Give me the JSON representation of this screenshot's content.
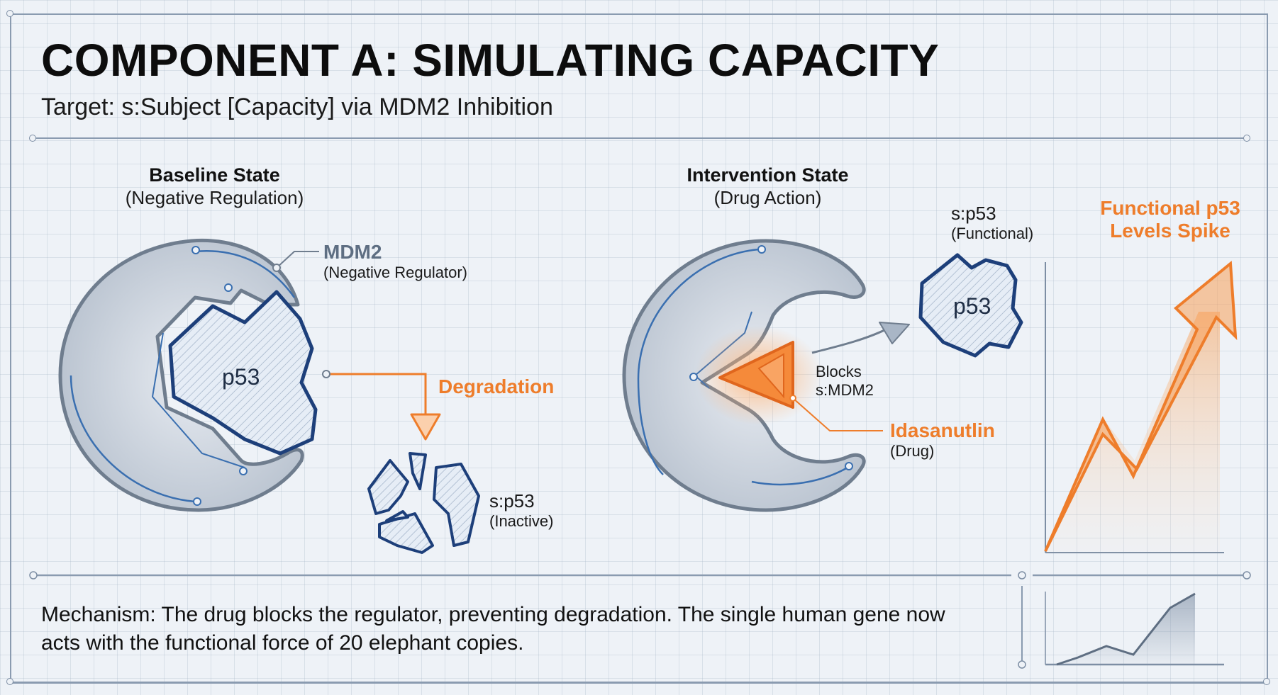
{
  "header": {
    "title": "COMPONENT A: SIMULATING CAPACITY",
    "subtitle": "Target: s:Subject [Capacity] via MDM2 Inhibition"
  },
  "baseline": {
    "title": "Baseline State",
    "subtitle": "(Negative Regulation)",
    "mdm2_label": "MDM2",
    "mdm2_sub": "(Negative Regulator)",
    "p53_label": "p53",
    "degradation_label": "Degradation",
    "inactive_label": "s:p53",
    "inactive_sub": "(Inactive)"
  },
  "intervention": {
    "title": "Intervention State",
    "subtitle": "(Drug Action)",
    "functional_label": "s:p53",
    "functional_sub": "(Functional)",
    "p53_label": "p53",
    "blocks_line1": "Blocks",
    "blocks_line2": "s:MDM2",
    "drug_label": "Idasanutlin",
    "drug_sub": "(Drug)"
  },
  "spike": {
    "label_line1": "Functional p53",
    "label_line2": "Levels Spike"
  },
  "footer": {
    "mechanism": "Mechanism: The drug blocks the regulator, preventing degradation. The single human gene now acts with the functional force of 20 elephant copies."
  },
  "colors": {
    "accent_orange": "#ee7d2b",
    "protein_blue": "#1d3f7a",
    "mdm2_gray": "#c3cbd6",
    "rule_gray": "#8a9bb0"
  }
}
